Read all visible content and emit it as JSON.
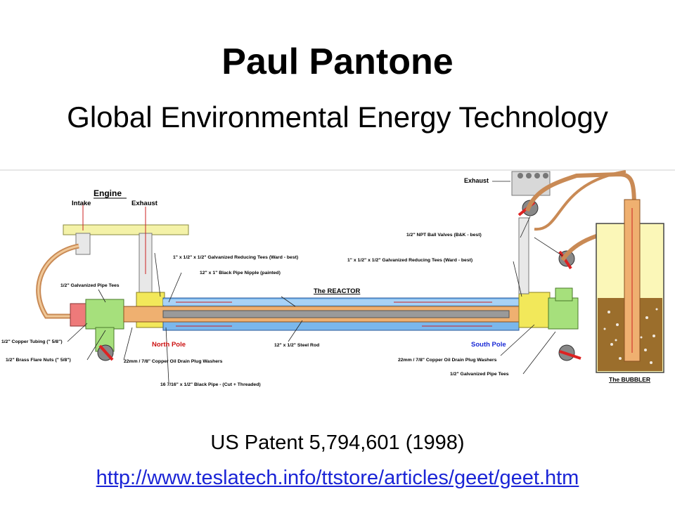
{
  "title": "Paul Pantone",
  "subtitle": "Global Environmental Energy Technology",
  "patent": "US Patent 5,794,601 (1998)",
  "link": "http://www.teslatech.info/ttstore/articles/geet/geet.htm",
  "diagram": {
    "engine": "Engine",
    "intake": "Intake",
    "exhaust_left": "Exhaust",
    "exhaust_right": "Exhaust",
    "reactor": "The REACTOR",
    "bubbler": "The BUBBLER",
    "north_pole": "North Pole",
    "south_pole": "South Pole",
    "labels": {
      "galv_tees_left": "1/2\" Galvanized Pipe Tees",
      "copper_tubing": "1/2\" Copper Tubing (\" 5/8\")",
      "brass_nuts": "1/2\" Brass Flare Nuts (\" 5/8\")",
      "reducing_tees_left": "1\" x 1/2\" x 1/2\" Galvanized Reducing Tees (Ward - best)",
      "black_nipple": "12\" x 1\" Black Pipe Nipple (painted)",
      "washers_left": "22mm / 7/8\" Copper Oil Drain Plug Washers",
      "steel_rod": "12\" x 1/2\" Steel Rod",
      "black_pipe": "16 7/16\" x 1/2\" Black Pipe - (Cut + Threaded)",
      "ball_valves": "1/2\" NPT Ball Valves (B&K - best)",
      "reducing_tees_right": "1\" x 1/2\" x 1/2\" Galvanized Reducing Tees (Ward - best)",
      "washers_right": "22mm / 7/8\" Copper Oil Drain Plug Washers",
      "galv_tees_right": "1/2\" Galvanized Pipe Tees"
    }
  }
}
